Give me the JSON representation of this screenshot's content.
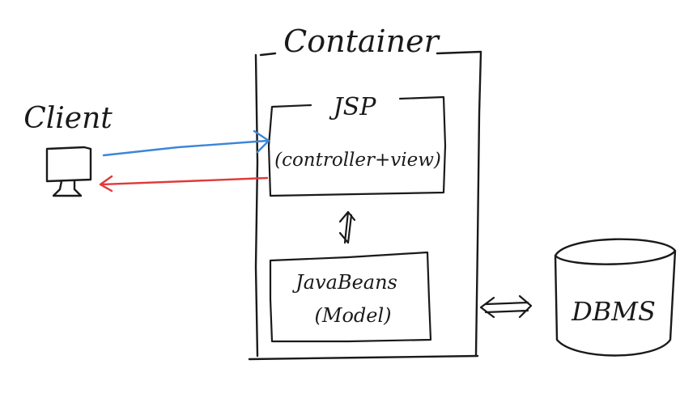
{
  "labels": {
    "container": "Container",
    "client": "Client",
    "jsp": "JSP",
    "jsp_role": "(controller+view)",
    "javabeans": "JavaBeans",
    "javabeans_role": "(Model)",
    "dbms": "DBMS"
  },
  "colors": {
    "ink": "#1a1a1a",
    "request_arrow": "#3b86d8",
    "response_arrow": "#e03a3a"
  },
  "icons": {
    "client": "computer-monitor-icon",
    "database": "database-cylinder-icon"
  }
}
